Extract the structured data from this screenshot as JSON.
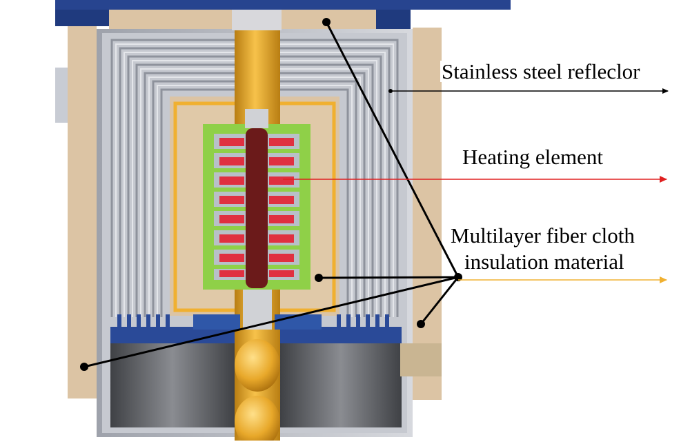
{
  "labels": {
    "reflector": "Stainless steel refleclor",
    "heating": "Heating element",
    "fiber_line1": "Multilayer fiber cloth",
    "fiber_line2": "insulation material"
  },
  "colors": {
    "insulation_beige": "#dcc4a4",
    "steel_gray": "#b9bcc4",
    "steel_dark": "#8e929c",
    "flange_blue": "#1f3f8a",
    "rod_gold": "#e8a82a",
    "heater_green": "#8fd048",
    "heater_core": "#6b1a1a",
    "coil_red": "#e03040",
    "base_gray": "#5a5c61",
    "heating_arrow": "#e02020",
    "insulation_arrow": "#f0b030",
    "reflector_arrow": "#000000"
  }
}
